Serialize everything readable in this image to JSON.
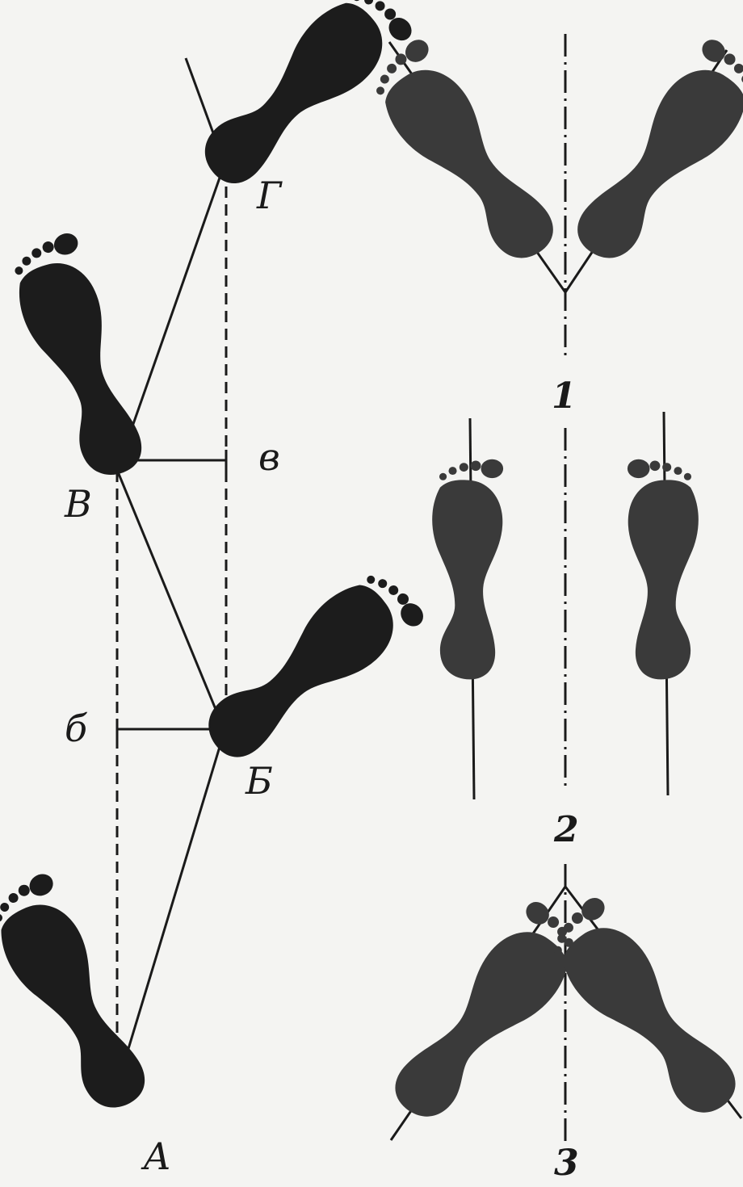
{
  "left_panel": {
    "points": [
      "A",
      "Б",
      "В",
      "Г"
    ],
    "step_width_labels": [
      "б",
      "в"
    ]
  },
  "right_panel": {
    "variants": [
      "1",
      "2",
      "3"
    ]
  },
  "colors": {
    "ink": "#1a1a1a",
    "footprint_dark": "#1c1c1c",
    "footprint_medium": "#3a3a3a",
    "paper": "#f4f4f2"
  },
  "icons": [
    "footprint-icon"
  ]
}
